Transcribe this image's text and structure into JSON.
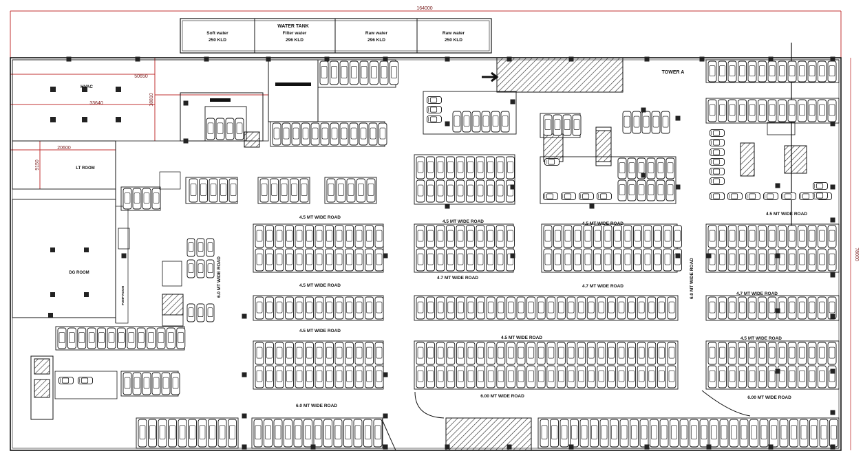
{
  "dimensions": {
    "overall_width": "164000",
    "overall_height": "78000",
    "dg_width": "50650",
    "dg_inner": "33640",
    "dg_height": "18810",
    "lt_width": "20600",
    "lt_height": "9150"
  },
  "water_tank": {
    "title": "WATER TANK",
    "soft_water": "Soft water",
    "soft_qty": "250 KLD",
    "filter_water": "Filter water",
    "filter_qty": "296 KLD",
    "raw_water_1": "Raw water",
    "raw_qty_1": "296 KLD",
    "raw_water_2": "Raw water",
    "raw_qty_2": "250 KLD"
  },
  "rooms": {
    "hvac": "HVAC",
    "lt_room": "LT ROOM",
    "dg_room": "DG ROOM",
    "tower": "TOWER A",
    "pump": "PUMP ROOM"
  },
  "roads": {
    "r1": "4.5 MT WIDE ROAD",
    "r2": "4.5 MT WIDE ROAD",
    "r3": "4.5 MT WIDE ROAD",
    "r4": "4.5 MT WIDE ROAD",
    "r5": "4.5 MT WIDE ROAD",
    "r6": "4.5 MT WIDE ROAD",
    "r7": "4.5 MT WIDE ROAD",
    "r8": "4.7 MT WIDE ROAD",
    "r9": "4.7 MT WIDE ROAD",
    "r10": "4.7 MT WIDE ROAD",
    "r11": "4.5 MT WIDE ROAD",
    "r12": "6.00 MT WIDE ROAD",
    "r13": "6.00 MT WIDE ROAD",
    "r14": "6.0 MT WIDE ROAD",
    "v1": "6.0 MT WIDE ROAD",
    "v2": "6.0 MT WIDE ROAD"
  }
}
